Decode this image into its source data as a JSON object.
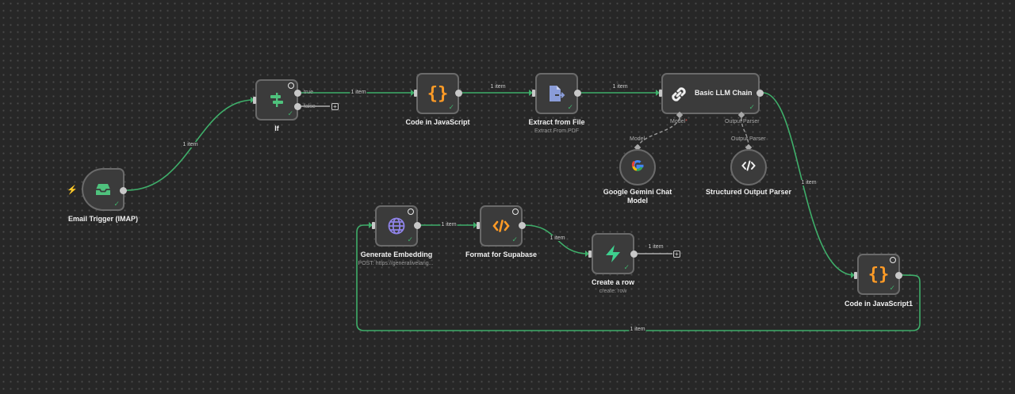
{
  "nodes": {
    "email_trigger": {
      "name": "Email Trigger (IMAP)"
    },
    "if": {
      "name": "If",
      "true_label": "true",
      "false_label": "false"
    },
    "code_js": {
      "name": "Code in JavaScript"
    },
    "extract": {
      "name": "Extract from File",
      "subtitle": "Extract From PDF"
    },
    "llm_chain": {
      "name": "Basic LLM Chain",
      "model_port": "Model",
      "model_required": "*",
      "parser_port": "Output Parser"
    },
    "gemini": {
      "name": "Google Gemini Chat Model",
      "port": "Model"
    },
    "parser": {
      "name": "Structured Output Parser",
      "port": "Output Parser"
    },
    "embedding": {
      "name": "Generate Embedding",
      "subtitle": "POST: https://generativelang..."
    },
    "format": {
      "name": "Format for Supabase"
    },
    "create_row": {
      "name": "Create a row",
      "subtitle": "create: row"
    },
    "code_js1": {
      "name": "Code in JavaScript1"
    }
  },
  "edges": {
    "trigger_if": "1 item",
    "if_code": "1 item",
    "code_extract": "1 item",
    "extract_llm": "1 item",
    "llm_code1": "1 item",
    "code1_embedding": "1 item",
    "embedding_format": "1 item",
    "format_create": "1 item",
    "create_out": "1 item"
  },
  "colors": {
    "edge": "#3fae6a",
    "canvas": "#272727",
    "node_bg": "#3b3b3b",
    "trigger_icon": "#4fc27d",
    "code_icon": "#ff9b26",
    "extract_icon": "#8a9cd8",
    "supabase_icon": "#3ecf8e",
    "http_icon": "#8f83e8"
  }
}
